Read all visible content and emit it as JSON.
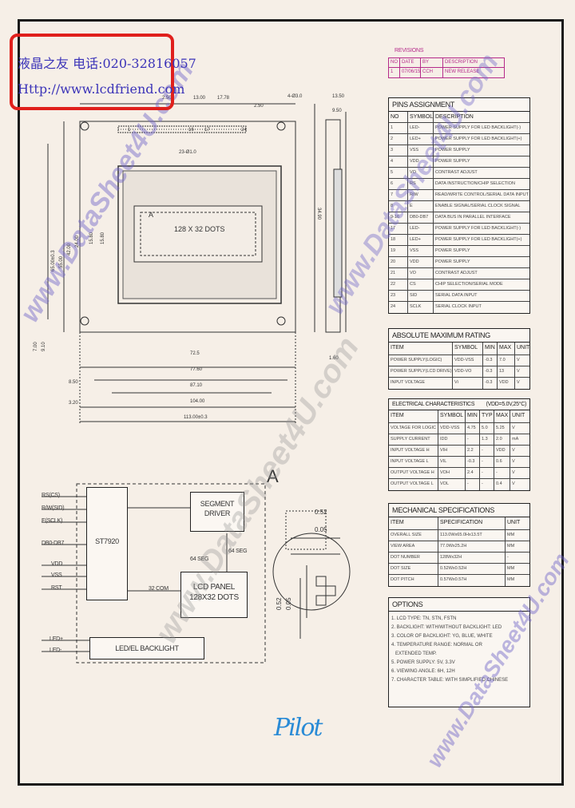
{
  "stamp": {
    "line1": "液晶之友 电话:020-32816057",
    "line2": "Http://www.lcdfriend.com"
  },
  "watermarks": [
    "www.DataSheet4U.com",
    "www.DataSheet4U.com",
    "www.DataSheet4U.com",
    "www.DataSheet4U.com"
  ],
  "revisions": {
    "title": "REVISIONS",
    "headers": [
      "NO",
      "DATE",
      "BY",
      "DESCRIPTION"
    ],
    "rows": [
      [
        "1",
        "07/06/15",
        "CCH",
        "NEW RELEASE"
      ]
    ]
  },
  "pins": {
    "title": "PINS ASSIGNMENT",
    "headers": [
      "NO",
      "SYMBOL",
      "DESCRIPTION"
    ],
    "rows": [
      [
        "1",
        "LED-",
        "POWER SUPPLY FOR LED BACKLIGHT(-)"
      ],
      [
        "2",
        "LED+",
        "POWER SUPPLY FOR LED BACKLIGHT(+)"
      ],
      [
        "3",
        "VSS",
        "POWER SUPPLY"
      ],
      [
        "4",
        "VDD",
        "POWER SUPPLY"
      ],
      [
        "5",
        "VO",
        "CONTRAST ADJUST"
      ],
      [
        "6",
        "RS",
        "DATA INSTRUCTION/CHIP SELECTION"
      ],
      [
        "7",
        "R/W",
        "READ/WRITE CONTROL/SERIAL DATA INPUT"
      ],
      [
        "8",
        "E",
        "ENABLE SIGNAL/SERIAL CLOCK SIGNAL"
      ],
      [
        "9-16",
        "DB0-DB7",
        "DATA BUS IN PARALLEL INTERFACE"
      ],
      [
        "17",
        "LED-",
        "POWER SUPPLY FOR LED BACKLIGHT(-)"
      ],
      [
        "18",
        "LED+",
        "POWER SUPPLY FOR LED BACKLIGHT(+)"
      ],
      [
        "19",
        "VSS",
        "POWER SUPPLY"
      ],
      [
        "20",
        "VDD",
        "POWER SUPPLY"
      ],
      [
        "21",
        "VO",
        "CONTRAST ADJUST"
      ],
      [
        "22",
        "CS",
        "CHIP SELECTION/SERIAL MODE"
      ],
      [
        "23",
        "SID",
        "SERIAL DATA INPUT"
      ],
      [
        "24",
        "SCLK",
        "SERIAL CLOCK INPUT"
      ]
    ]
  },
  "absolute": {
    "title": "ABSOLUTE MAXIMUM RATING",
    "headers": [
      "ITEM",
      "SYMBOL",
      "MIN",
      "MAX",
      "UNIT"
    ],
    "rows": [
      [
        "POWER SUPPLY(LOGIC)",
        "VDD-VSS",
        "-0.3",
        "7.0",
        "V"
      ],
      [
        "POWER SUPPLY(LCD DRIVE)",
        "VDD-VO",
        "-0.3",
        "13",
        "V"
      ],
      [
        "INPUT VOLTAGE",
        "Vi",
        "-0.3",
        "VDD",
        "V"
      ]
    ]
  },
  "electrical": {
    "title": "ELECTRICAL CHARACTERISTICS",
    "condition": "(VDD=5.0V,25°C)",
    "headers": [
      "ITEM",
      "SYMBOL",
      "MIN",
      "TYP",
      "MAX",
      "UNIT"
    ],
    "rows": [
      [
        "VOLTAGE FOR LOGIC",
        "VDD-VSS",
        "4.75",
        "5.0",
        "5.25",
        "V"
      ],
      [
        "SUPPLY CURRENT",
        "IDD",
        "-",
        "1.3",
        "2.0",
        "mA"
      ],
      [
        "INPUT VOLTAGE H",
        "VIH",
        "2.2",
        "-",
        "VDD",
        "V"
      ],
      [
        "INPUT VOLTAGE L",
        "VIL",
        "-0.3",
        "-",
        "0.6",
        "V"
      ],
      [
        "OUTPUT VOLTAGE H",
        "VOH",
        "2.4",
        "-",
        "-",
        "V"
      ],
      [
        "OUTPUT VOLTAGE L",
        "VOL",
        "-",
        "-",
        "0.4",
        "V"
      ]
    ]
  },
  "mechanical": {
    "title": "MECHANICAL SPECIFICATIONS",
    "headers": [
      "ITEM",
      "SPECIFICATION",
      "UNIT"
    ],
    "rows": [
      [
        "OVERALL SIZE",
        "113.0Wx65.0Hx13.5T",
        "MM"
      ],
      [
        "VIEW AREA",
        "77.0Wx25.2H",
        "MM"
      ],
      [
        "DOT NUMBER",
        "128Wx32H",
        "-"
      ],
      [
        "DOT SIZE",
        "0.52Wx0.52H",
        "MM"
      ],
      [
        "DOT PITCH",
        "0.57Wx0.57H",
        "MM"
      ]
    ]
  },
  "options": {
    "title": "OPTIONS",
    "items": [
      "1. LCD TYPE: TN, STN, FSTN",
      "2. BACKLIGHT: WITH/WITHOUT BACKLIGHT: LED",
      "3. COLOR OF BACKLIGHT: YG, BLUE, WHITE",
      "4. TEMPERATURE RANGE: NORMAL OR",
      "   EXTENDED TEMP.",
      "5. POWER SUPPLY: 5V, 3.3V",
      "6. VIEWING ANGLE: 6H, 12H",
      "7. CHARACTER TABLE: WITH SIMPLIFIED CHINESE"
    ]
  },
  "drawing": {
    "dim_top": [
      "2.50",
      "13.00",
      "17.78",
      "2.50",
      "4-Ø3.0",
      "13.50",
      "9.50"
    ],
    "dim_side": [
      "65.00±0.3",
      "55.00",
      "42.00",
      "24.00",
      "15.80",
      "15.80",
      "34.90",
      "1.60",
      "7.00",
      "9.10"
    ],
    "dim_bottom": [
      "72.5",
      "77.60",
      "87.10",
      "8.50",
      "3.20",
      "104.00",
      "113.00±0.3"
    ],
    "pin_labels": [
      "1",
      "16",
      "17",
      "24",
      "23-Ø1.0"
    ],
    "lcd_label": "128 X 32 DOTS",
    "corner_A": "A"
  },
  "detail": {
    "label": "A",
    "dims": [
      "0.52",
      "0.05",
      "0.52",
      "0.05"
    ]
  },
  "block": {
    "signals": [
      "RS(CS)",
      "R/W(SID)",
      "E(SCLK)",
      "DB0-DB7",
      "VDD",
      "VSS",
      "RST",
      "LED+",
      "LED-"
    ],
    "controller": "ST7920",
    "driver": "SEGMENT\nDRIVER",
    "seg_label": "64 SEG",
    "seg_label2": "64 SEG",
    "com_label": "32 COM",
    "panel": "LCD PANEL\n128X32 DOTS",
    "backlight": "LED/EL BACKLIGHT"
  },
  "logo": {
    "text": "Pilot"
  }
}
